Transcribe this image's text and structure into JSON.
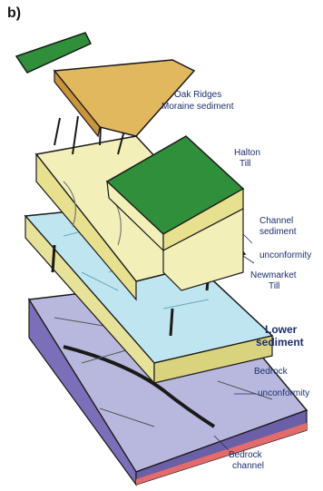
{
  "figure": {
    "panel_label": "b)",
    "labels": {
      "oak_ridges_line1": "Oak Ridges",
      "oak_ridges_line2": "Moraine sediment",
      "halton_line1": "Halton",
      "halton_line2": "Till",
      "channel_line1": "Channel",
      "channel_line2": "sediment",
      "unconformity_upper": "unconformity",
      "newmarket_line1": "Newmarket",
      "newmarket_line2": "Till",
      "lower_line1": "Lower",
      "lower_line2": "sediment",
      "bedrock": "Bedrock",
      "unconformity_lower": "unconformity",
      "bedrock_channel_line1": "Bedrock",
      "bedrock_channel_line2": "channel"
    },
    "colors": {
      "green": "#2f8f3a",
      "tan": "#e2b85f",
      "cream": "#f2efb8",
      "light_blue": "#bfe6f0",
      "lavender": "#b8b8de",
      "purple": "#7a6fb8",
      "pink": "#e56b6b",
      "ink": "#1a1a1a"
    }
  }
}
